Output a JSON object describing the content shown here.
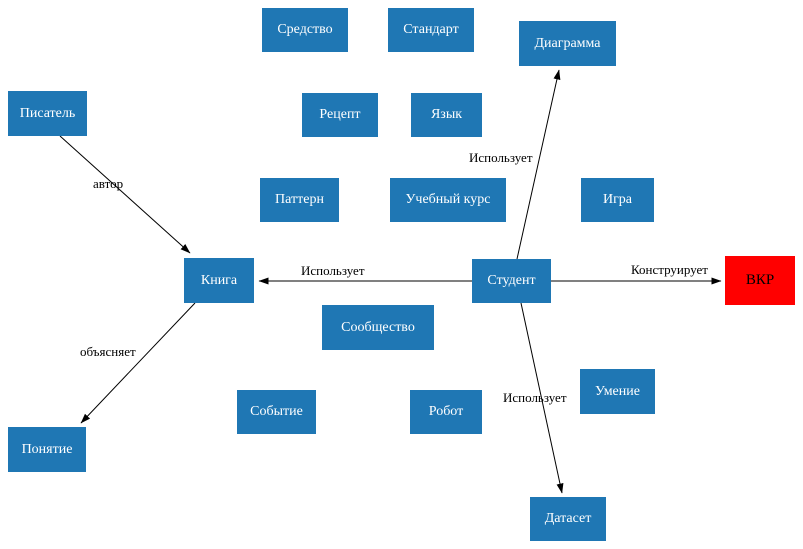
{
  "diagram": {
    "type": "directed-graph",
    "colors": {
      "node_fill": "#1f77b4",
      "node_text": "#ffffff",
      "highlight_fill": "#ff0000",
      "highlight_text": "#000000",
      "edge": "#000000",
      "background": "#ffffff"
    },
    "nodes": [
      {
        "id": "sredstvo",
        "label": "Средство"
      },
      {
        "id": "standart",
        "label": "Стандарт"
      },
      {
        "id": "diagramma",
        "label": "Диаграмма"
      },
      {
        "id": "pisatel",
        "label": "Писатель"
      },
      {
        "id": "retsept",
        "label": "Рецепт"
      },
      {
        "id": "yazyk",
        "label": "Язык"
      },
      {
        "id": "pattern",
        "label": "Паттерн"
      },
      {
        "id": "uchebny-kurs",
        "label": "Учебный курс"
      },
      {
        "id": "igra",
        "label": "Игра"
      },
      {
        "id": "kniga",
        "label": "Книга"
      },
      {
        "id": "student",
        "label": "Студент"
      },
      {
        "id": "vkr",
        "label": "ВКР"
      },
      {
        "id": "soobshchestvo",
        "label": "Сообщество"
      },
      {
        "id": "sobytie",
        "label": "Событие"
      },
      {
        "id": "robot",
        "label": "Робот"
      },
      {
        "id": "umenie",
        "label": "Умение"
      },
      {
        "id": "ponyatie",
        "label": "Понятие"
      },
      {
        "id": "dataset",
        "label": "Датасет"
      }
    ],
    "edges": [
      {
        "from": "Писатель",
        "to": "Книга",
        "label": "автор"
      },
      {
        "from": "Книга",
        "to": "Понятие",
        "label": "объясняет"
      },
      {
        "from": "Студент",
        "to": "Книга",
        "label": "Использует"
      },
      {
        "from": "Студент",
        "to": "Диаграмма",
        "label": "Использует"
      },
      {
        "from": "Студент",
        "to": "ВКР",
        "label": "Конструирует"
      },
      {
        "from": "Студент",
        "to": "Датасет",
        "label": "Использует"
      }
    ]
  }
}
